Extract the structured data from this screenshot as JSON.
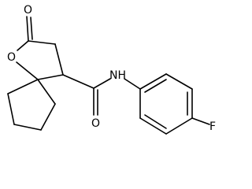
{
  "molecule": {
    "atoms": {
      "ring_oxygen": "O",
      "carbonyl_oxygen_lactone": "O",
      "amide_oxygen": "O",
      "amide_nitrogen": "NH",
      "fluorine": "F"
    }
  },
  "colors": {
    "bond": "#000000",
    "text": "#000000",
    "background": "#ffffff"
  }
}
